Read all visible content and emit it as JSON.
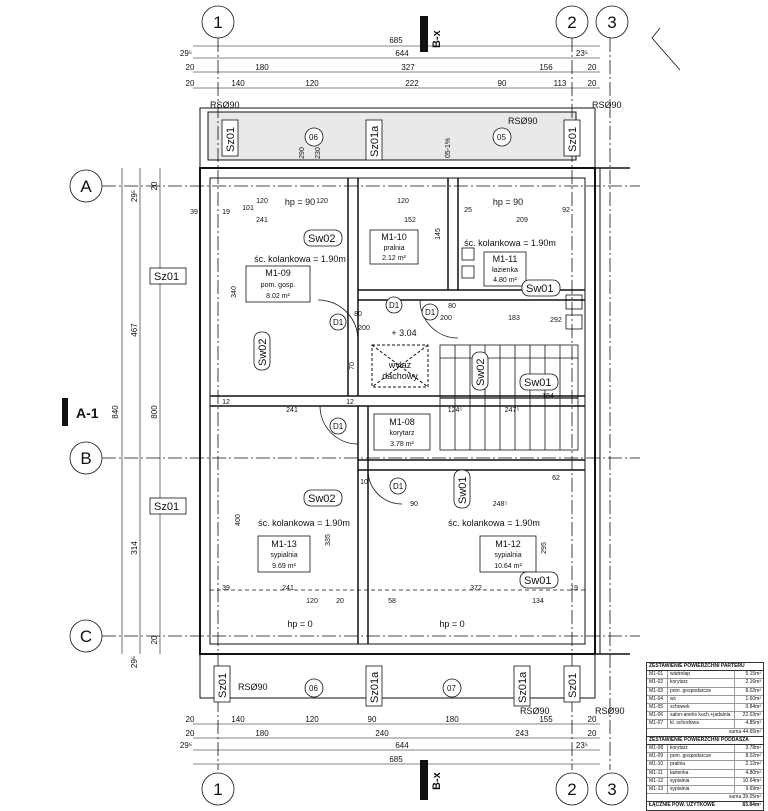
{
  "grid": {
    "g1": "1",
    "g2": "2",
    "g3": "3",
    "gA": "A",
    "gB": "B",
    "gC": "C"
  },
  "section": {
    "bx": "B-x",
    "a1": "A-1"
  },
  "dims_top": {
    "r1": [
      "685"
    ],
    "r2": [
      "29⁵",
      "644",
      "23⁵"
    ],
    "r3": [
      "20",
      "180",
      "327",
      "156",
      "20"
    ],
    "r4": [
      "20",
      "140",
      "120",
      "222",
      "90",
      "113",
      "20"
    ]
  },
  "dims_bottom": {
    "r1": [
      "20",
      "140",
      "120",
      "90",
      "180",
      "155",
      "20"
    ],
    "r2": [
      "20",
      "180",
      "240",
      "243",
      "20"
    ],
    "r3": [
      "29⁵",
      "644",
      "23⁵"
    ],
    "r4": [
      "685"
    ]
  },
  "dims_left": {
    "outer": "840",
    "mid": [
      "29⁵",
      "467",
      "314",
      "29⁵"
    ],
    "inner": [
      "20",
      "800",
      "20"
    ]
  },
  "rooms": [
    {
      "code": "M1-09",
      "name": "pom. gosp.",
      "area": "8.02 m²"
    },
    {
      "code": "M1-10",
      "name": "pralnia",
      "area": "2.12 m²"
    },
    {
      "code": "M1-11",
      "name": "łazienka",
      "area": "4.80 m²"
    },
    {
      "code": "M1-08",
      "name": "korytarz",
      "area": "3.78 m²"
    },
    {
      "code": "M1-13",
      "name": "sypialnia",
      "area": "9.69 m²"
    },
    {
      "code": "M1-12",
      "name": "sypialnia",
      "area": "10.64 m²"
    }
  ],
  "labels": {
    "kolankowa": "śc. kolankowa = 1.90m",
    "hp90": "hp = 90",
    "hp0": "hp = 0",
    "rs90": "RSØ90",
    "sz01": "Sz01",
    "sz01a": "Sz01a",
    "sw02": "Sw02",
    "sw01": "Sw01",
    "d1": "D1",
    "wylaz": "wyłaz",
    "dachowy": "dachowy",
    "level": "+ 3.04",
    "slope": "05-1%",
    "n05": "05",
    "n06": "06",
    "n07": "07"
  },
  "inner_dims": [
    "39",
    "19",
    "101",
    "120",
    "120",
    "120",
    "241",
    "152",
    "25",
    "209",
    "92",
    "241",
    "124⁵",
    "247⁵",
    "184",
    "248⁵",
    "39",
    "241",
    "120",
    "20",
    "58",
    "372",
    "134",
    "19",
    "340",
    "400",
    "335",
    "145",
    "183",
    "292",
    "200",
    "200",
    "80",
    "80",
    "12",
    "12",
    "62",
    "10",
    "70",
    "90",
    "295",
    "290",
    "230"
  ],
  "summary": {
    "title1": "ZESTAWIENIE POWIERZCHNI PARTERU",
    "rows1": [
      [
        "M1-01",
        "wiatrołap",
        "5.15m²"
      ],
      [
        "M1-02",
        "korytarz",
        "2.16m²"
      ],
      [
        "M1-03",
        "pom. gospodarcze",
        "8.02m²"
      ],
      [
        "M1-04",
        "wc",
        "1.60m²"
      ],
      [
        "M1-05",
        "schowek",
        "0.84m²"
      ],
      [
        "M1-06",
        "salon-aneks kuch.+jadalnia",
        "22.03m²"
      ],
      [
        "M1-07",
        "kl. schodowa",
        "4.85m²"
      ]
    ],
    "sum1": "44.65m²",
    "title2": "ZESTAWIENIE POWIERZCHNI PODDASZA",
    "rows2": [
      [
        "M1-08",
        "korytarz",
        "3.78m²"
      ],
      [
        "M1-09",
        "pom. gospodarcze",
        "8.02m²"
      ],
      [
        "M1-10",
        "pralnia",
        "2.12m²"
      ],
      [
        "M1-11",
        "łazienka",
        "4.80m²"
      ],
      [
        "M1-12",
        "sypialnia",
        "10.64m²"
      ],
      [
        "M1-13",
        "sypialnia",
        "9.69m²"
      ]
    ],
    "sum2": "39.05m²",
    "sum_label": "suma",
    "total_label": "ŁĄCZNIE POW. UŻYTKOWE",
    "total": "83.84m²"
  }
}
